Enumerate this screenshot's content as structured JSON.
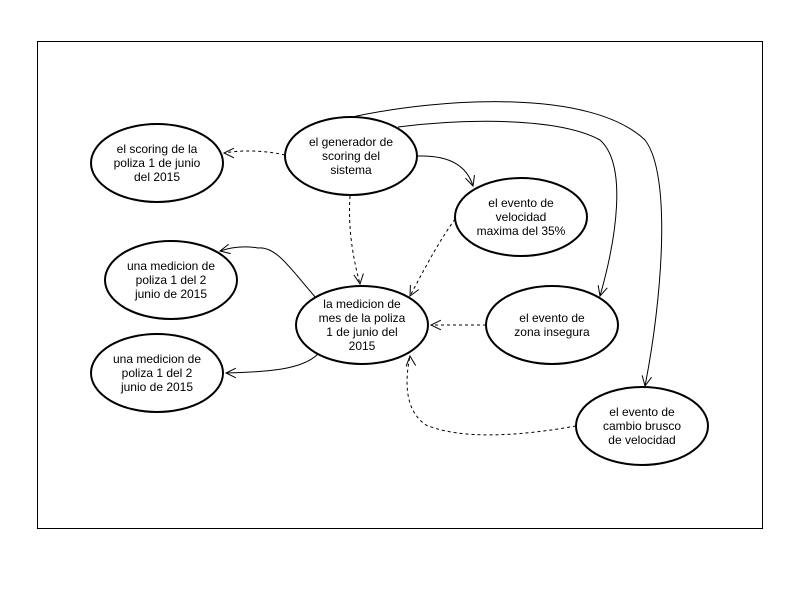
{
  "nodes": [
    {
      "id": "scoring-poliza",
      "lines": [
        "el scoring de la",
        "poliza 1 de junio",
        "del 2015"
      ]
    },
    {
      "id": "generador-scoring",
      "lines": [
        "el generador de",
        "scoring del",
        "sistema"
      ]
    },
    {
      "id": "evento-velocidad",
      "lines": [
        "el evento de",
        "velocidad",
        "maxima del 35%"
      ]
    },
    {
      "id": "medicion-a",
      "lines": [
        "una medicion de",
        "poliza 1 del 2",
        "junio de 2015"
      ]
    },
    {
      "id": "medicion-mes",
      "lines": [
        "la medicion de",
        "mes de la poliza",
        "1 de junio del",
        "2015"
      ]
    },
    {
      "id": "evento-zona",
      "lines": [
        "el evento de",
        "zona insegura"
      ]
    },
    {
      "id": "medicion-b",
      "lines": [
        "una medicion de",
        "poliza 1 del 2",
        "junio de 2015"
      ]
    },
    {
      "id": "evento-cambio",
      "lines": [
        "el evento de",
        "cambio brusco",
        "de velocidad"
      ]
    }
  ],
  "edges": [
    {
      "from": "generador-scoring",
      "to": "scoring-poliza",
      "style": "dashed"
    },
    {
      "from": "generador-scoring",
      "to": "medicion-mes",
      "style": "dashed"
    },
    {
      "from": "generador-scoring",
      "to": "evento-velocidad",
      "style": "solid"
    },
    {
      "from": "generador-scoring",
      "to": "evento-zona",
      "style": "solid"
    },
    {
      "from": "generador-scoring",
      "to": "evento-cambio",
      "style": "solid"
    },
    {
      "from": "evento-velocidad",
      "to": "medicion-mes",
      "style": "dashed"
    },
    {
      "from": "evento-zona",
      "to": "medicion-mes",
      "style": "dashed"
    },
    {
      "from": "evento-cambio",
      "to": "medicion-mes",
      "style": "dashed"
    },
    {
      "from": "medicion-mes",
      "to": "medicion-a",
      "style": "solid"
    },
    {
      "from": "medicion-mes",
      "to": "medicion-b",
      "style": "solid"
    }
  ]
}
